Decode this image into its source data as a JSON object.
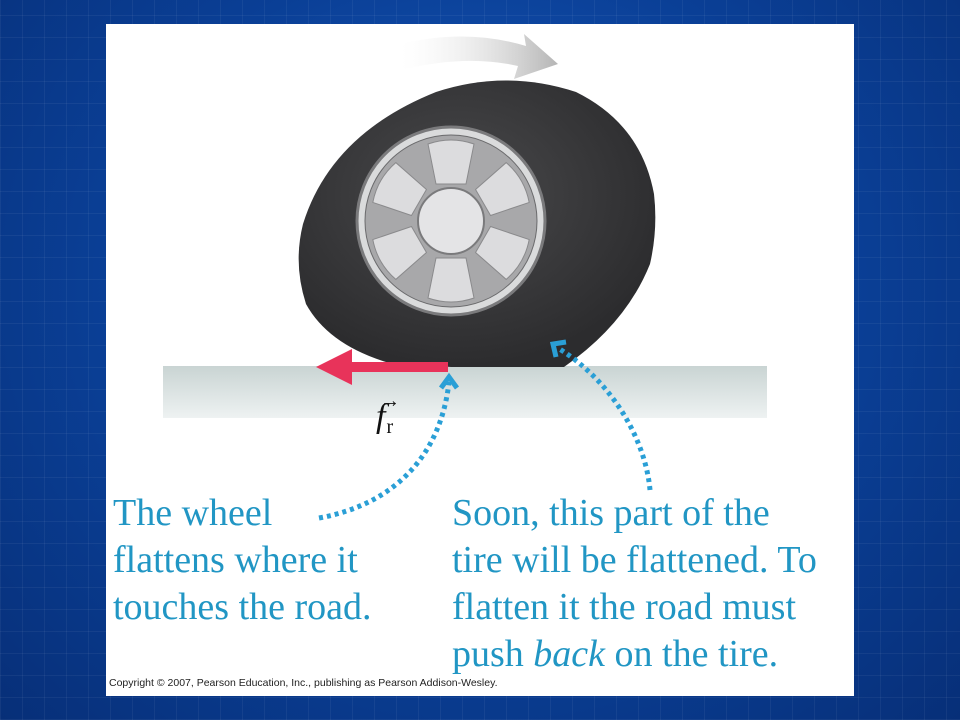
{
  "force_label": {
    "symbol": "f",
    "subscript": "r",
    "vector_mark": "→"
  },
  "caption_left": [
    "The wheel",
    "flattens where it",
    "touches the road."
  ],
  "caption_right": {
    "line1": "Soon, this part of the",
    "line2": "tire will be flattened. To",
    "line3": "flatten it the road must",
    "line4_before": "push ",
    "line4_emph": "back",
    "line4_after": " on the tire."
  },
  "copyright": "Copyright © 2007, Pearson Education, Inc., publishing as Pearson Addison-Wesley.",
  "colors": {
    "background": "#0a3f96",
    "caption": "#2196c4",
    "friction_arrow": "#e8335a",
    "dotted_arrow": "#2a9fd6",
    "tire": "#3a3a3c",
    "rim": "#a8a8aa",
    "road": "#d7e0df"
  }
}
